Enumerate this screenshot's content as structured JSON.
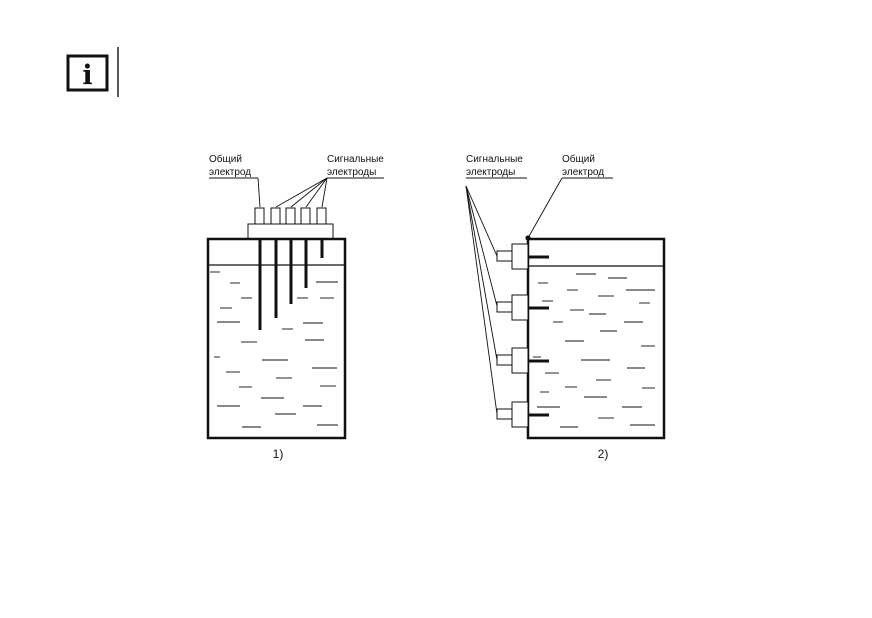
{
  "info_icon": {
    "glyph": "i",
    "icon": "info-icon"
  },
  "figure1": {
    "label_common": [
      "Общий",
      "электрод"
    ],
    "label_signal": [
      "Сигнальные",
      "электроды"
    ],
    "caption": "1)"
  },
  "figure2": {
    "label_signal": [
      "Сигнальные",
      "электроды"
    ],
    "label_common": [
      "Общий",
      "электрод"
    ],
    "caption": "2)"
  }
}
